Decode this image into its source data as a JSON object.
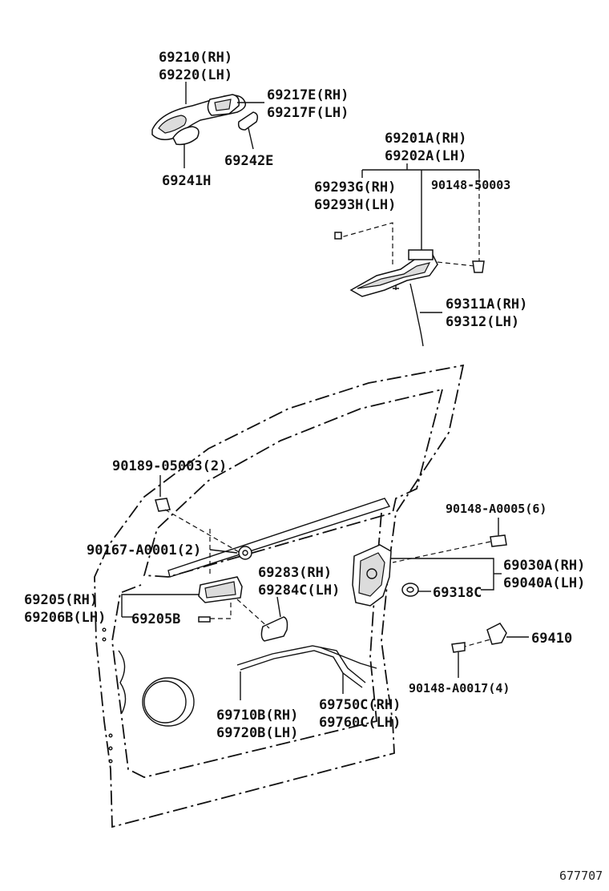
{
  "labels": {
    "l69210": "69210(RH)",
    "l69220": "69220(LH)",
    "l69217E": "69217E(RH)",
    "l69217F": "69217F(LH)",
    "l69242E": "69242E",
    "l69241H": "69241H",
    "l69201A": "69201A(RH)",
    "l69202A": "69202A(LH)",
    "l69293G": "69293G(RH)",
    "l69293H": "69293H(LH)",
    "l90148_50003": "90148-50003",
    "l69311A": "69311A(RH)",
    "l69312": "69312(LH)",
    "l90189": "90189-05003(2)",
    "l90148_A0005": "90148-A0005(6)",
    "l90167": "90167-A0001(2)",
    "l69283": "69283(RH)",
    "l69284C": "69284C(LH)",
    "l69030A": "69030A(RH)",
    "l69040A": "69040A(LH)",
    "l69318C": "69318C",
    "l69205": "69205(RH)",
    "l69206B": "69206B(LH)",
    "l69205B": "69205B",
    "l69410": "69410",
    "l90148_A0017": "90148-A0017(4)",
    "l69710B": "69710B(RH)",
    "l69720B": "69720B(LH)",
    "l69750C": "69750C(RH)",
    "l69760C": "69760C(LH)",
    "diagram_id": "677707"
  }
}
